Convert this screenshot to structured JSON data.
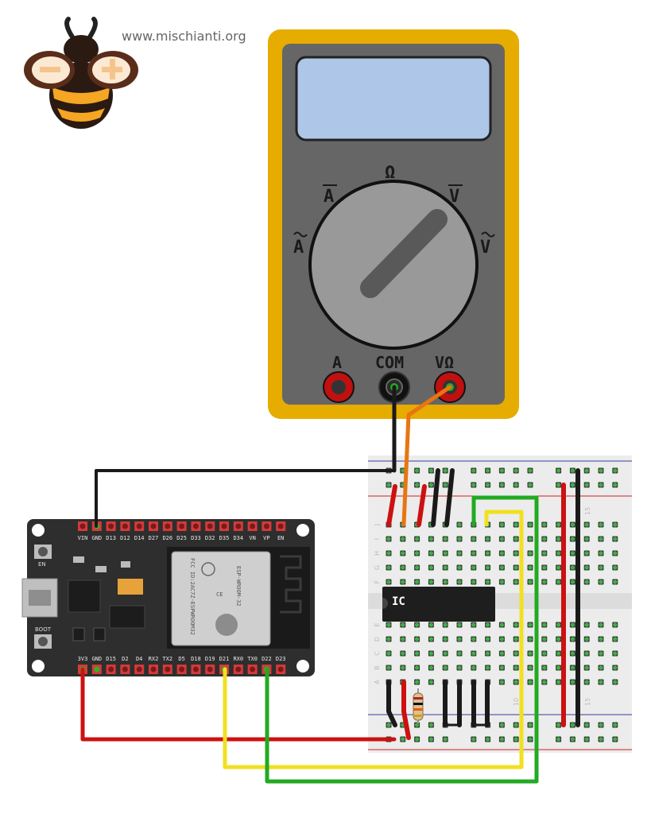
{
  "header": {
    "website": "www.mischianti.org"
  },
  "multimeter": {
    "dial_labels": {
      "ohm": "Ω",
      "dc_amps": "A",
      "ac_amps": "A",
      "dc_volts": "V",
      "ac_volts": "V"
    },
    "jacks": {
      "amps": "A",
      "com": "COM",
      "volt_ohm": "VΩ"
    }
  },
  "esp32": {
    "top_pins": [
      "VIN",
      "GND",
      "D13",
      "D12",
      "D14",
      "D27",
      "D26",
      "D25",
      "D33",
      "D32",
      "D35",
      "D34",
      "VN",
      "VP",
      "EN"
    ],
    "bottom_pins": [
      "3V3",
      "GND",
      "D15",
      "D2",
      "D4",
      "RX2",
      "TX2",
      "D5",
      "D18",
      "D19",
      "D21",
      "RX0",
      "TX0",
      "D22",
      "D23"
    ],
    "buttons": {
      "en": "EN",
      "boot": "BOOT"
    },
    "module_text": [
      "ESP-WROOM-32",
      "CE",
      "FCC ID:2AC7Z-ESPWROOM32"
    ]
  },
  "breadboard": {
    "chip_label": "IC",
    "row_letters_top": [
      "J",
      "I",
      "H",
      "G",
      "F"
    ],
    "row_letters_bottom": [
      "E",
      "D",
      "C",
      "B",
      "A"
    ],
    "column_numbers": [
      "10",
      "15"
    ]
  },
  "wire_colors": {
    "ground": "#1a1a1a",
    "power": "#cc1111",
    "probe": "#e87511",
    "signal_sda": "#f0e020",
    "signal_scl": "#22aa22"
  }
}
